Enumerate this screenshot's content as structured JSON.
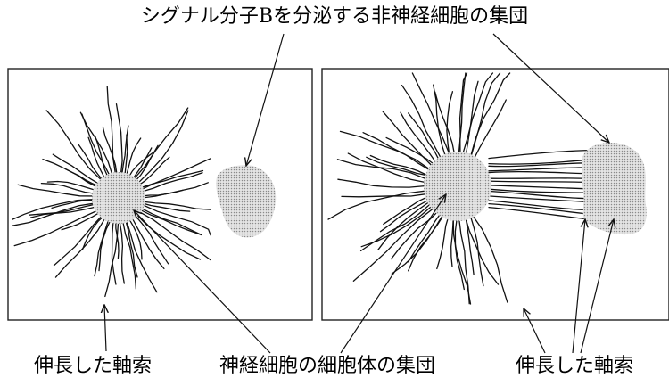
{
  "labels": {
    "title": "シグナル分子Bを分泌する非神経細胞の集団",
    "left_axon": "伸長した軸索",
    "soma": "神経細胞の細胞体の集団",
    "right_axon": "伸長した軸索"
  },
  "colors": {
    "ink": "#111111",
    "dots": "#888888",
    "blob_fill": "#d4d4d4"
  }
}
